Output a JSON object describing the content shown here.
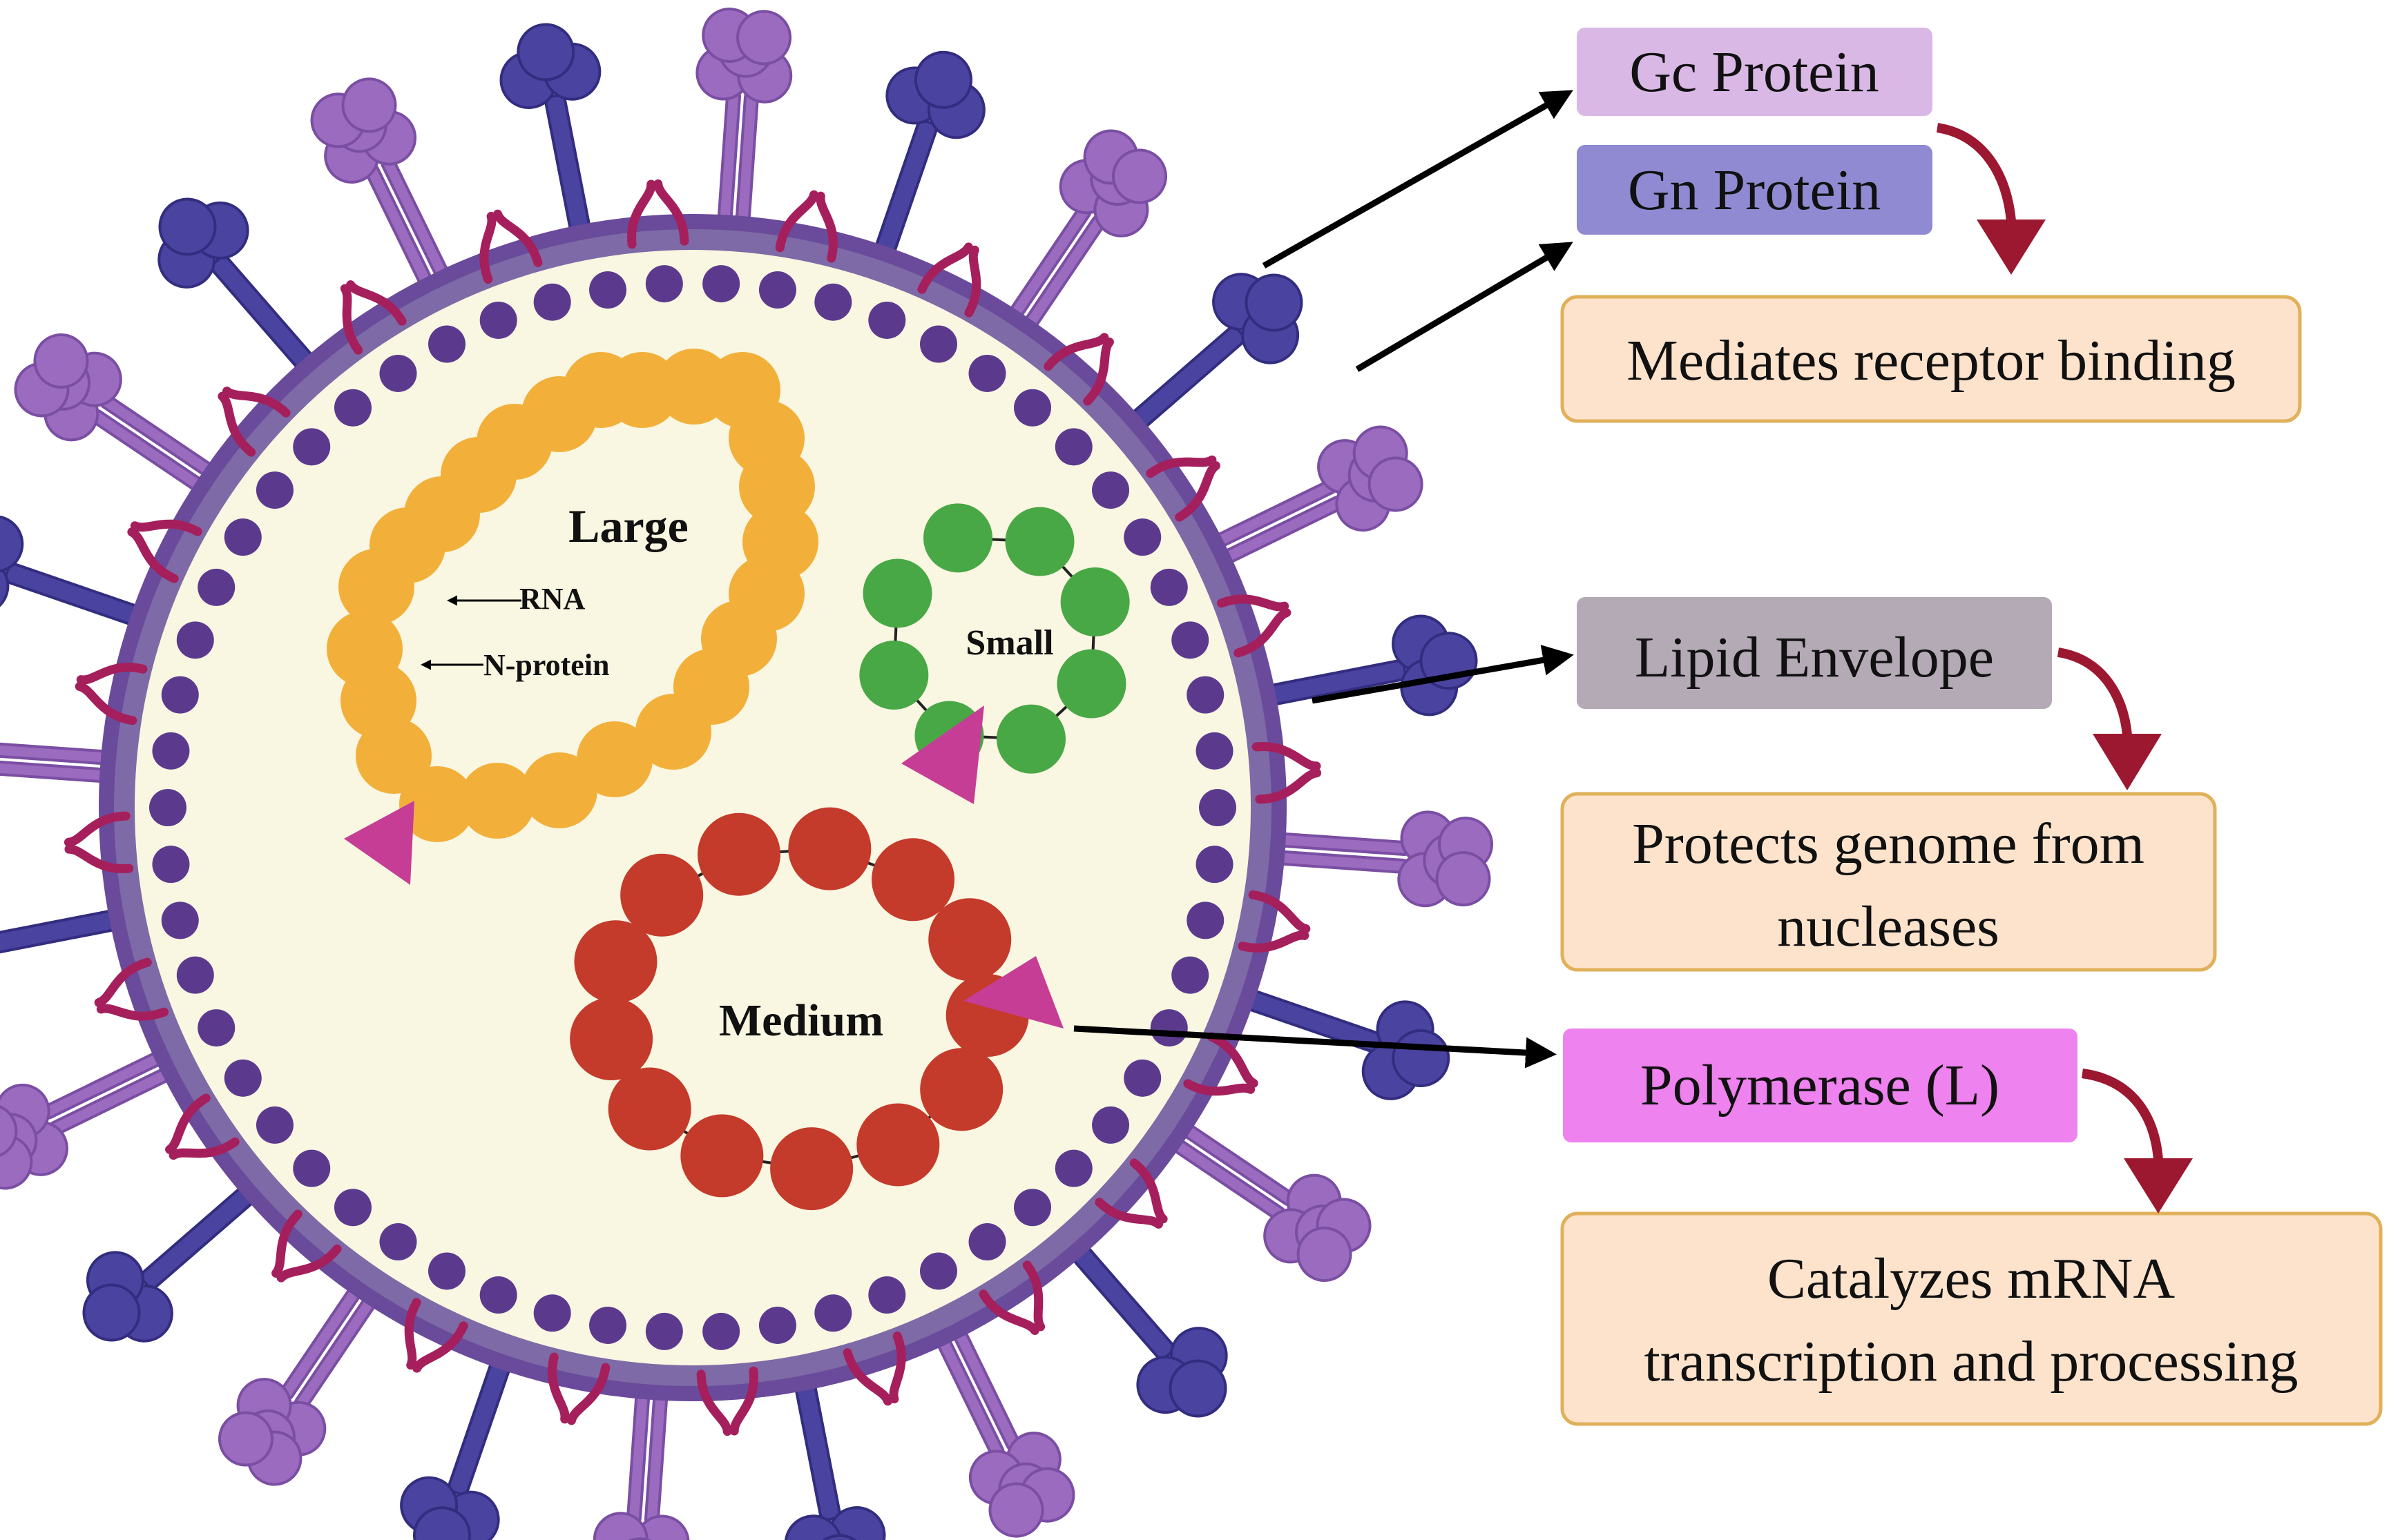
{
  "virion": {
    "segments": {
      "large": "Large",
      "small": "Small",
      "medium": "Medium"
    },
    "annotations": {
      "rna": "RNA",
      "n_protein": "N-protein"
    }
  },
  "callouts": {
    "gc_protein": "Gc Protein",
    "gn_protein": "Gn Protein",
    "gc_gn_function": "Mediates receptor binding",
    "lipid_envelope": "Lipid Envelope",
    "lipid_function_line1": "Protects genome from",
    "lipid_function_line2": "nucleases",
    "polymerase": "Polymerase (L)",
    "polymerase_function_line1": "Catalyzes mRNA",
    "polymerase_function_line2": "transcription and processing"
  },
  "colors": {
    "envelope": "#6a4a9a",
    "envelope_inner": "#7d6aa6",
    "core": "#f9f6e1",
    "matrix_dots": "#5b3a8e",
    "gc_protein": "#9a6bbf",
    "gn_protein": "#4a43a0",
    "envelope_hooks": "#a51f5c",
    "large_segment": "#f2b03b",
    "small_segment": "#49a846",
    "medium_segment": "#c43a2b",
    "polymerase_marker": "#c63d96",
    "gc_box": "#d9b8e6",
    "gn_box": "#8f8ad2",
    "lipid_box": "#b3aab5",
    "polymerase_box": "#ee82ee",
    "function_box": "#fde3cc",
    "function_box_border": "#e0b15a",
    "flow_arrow": "#9c1730"
  }
}
